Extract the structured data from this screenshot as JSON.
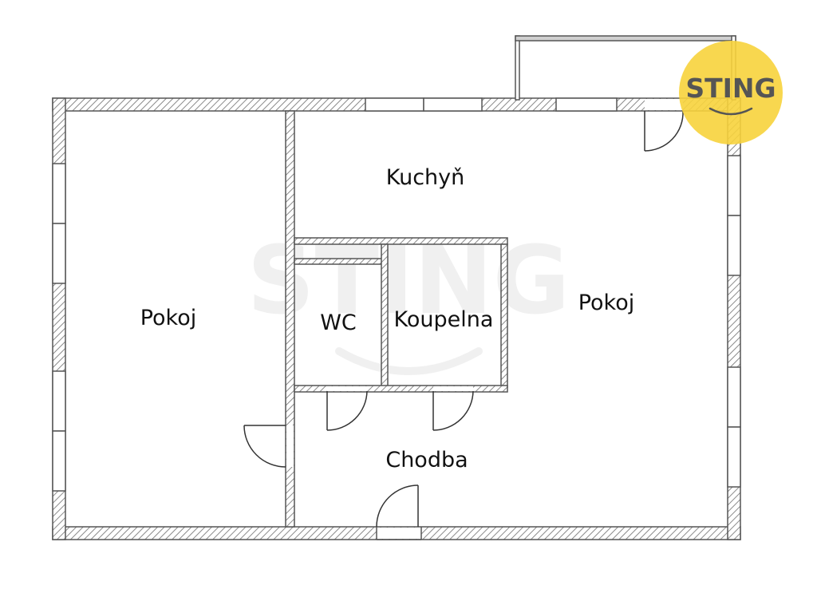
{
  "plan": {
    "rooms": {
      "pokoj_left": "Pokoj",
      "kuchyn": "Kuchyň",
      "wc": "WC",
      "koupelna": "Koupelna",
      "pokoj_right": "Pokoj",
      "chodba": "Chodba"
    }
  },
  "logo": {
    "text": "STING"
  },
  "watermark": {
    "text": "STING"
  },
  "colors": {
    "wall": "#555555",
    "hatch": "#8a8a8a",
    "logo_bg": "#f7d33c",
    "logo_text": "#555555"
  },
  "icons": {
    "logo": "sting-logo-icon",
    "watermark": "sting-watermark-icon"
  }
}
